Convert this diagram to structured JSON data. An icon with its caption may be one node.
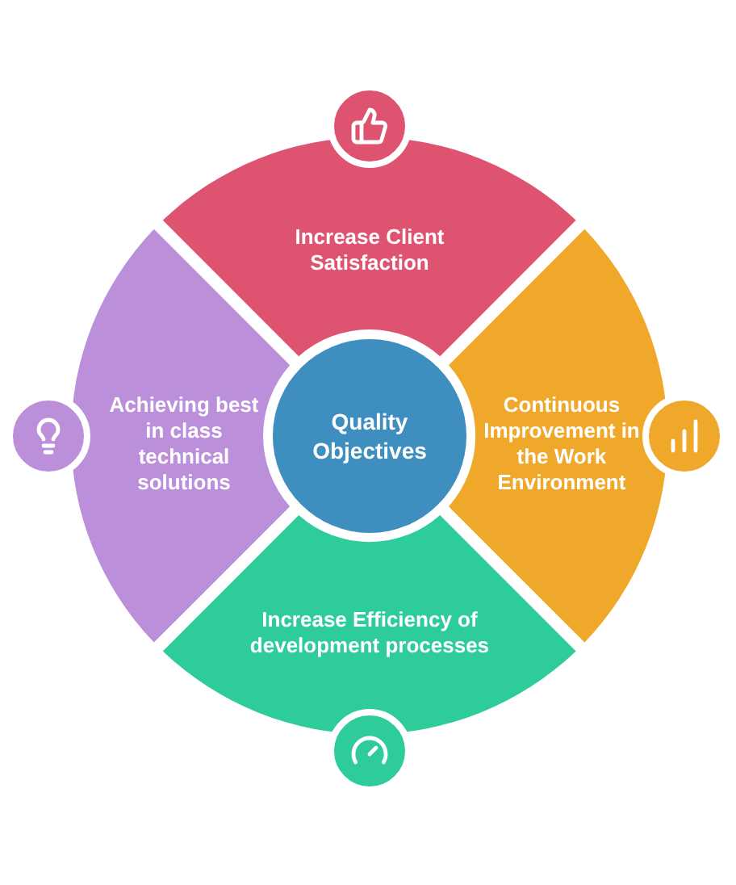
{
  "diagram": {
    "nodes": [
      {
        "text": [
          "Quality Objectives"
        ]
      },
      {
        "text": [
          "Increase Client Satisfaction"
        ]
      },
      {
        "text": [
          "Continuous Improvement in the Work Environment"
        ]
      },
      {
        "text": [
          "Increase Efficiency of development processes"
        ]
      },
      {
        "text": [
          "Achieving best in class technical solutions"
        ]
      }
    ]
  }
}
